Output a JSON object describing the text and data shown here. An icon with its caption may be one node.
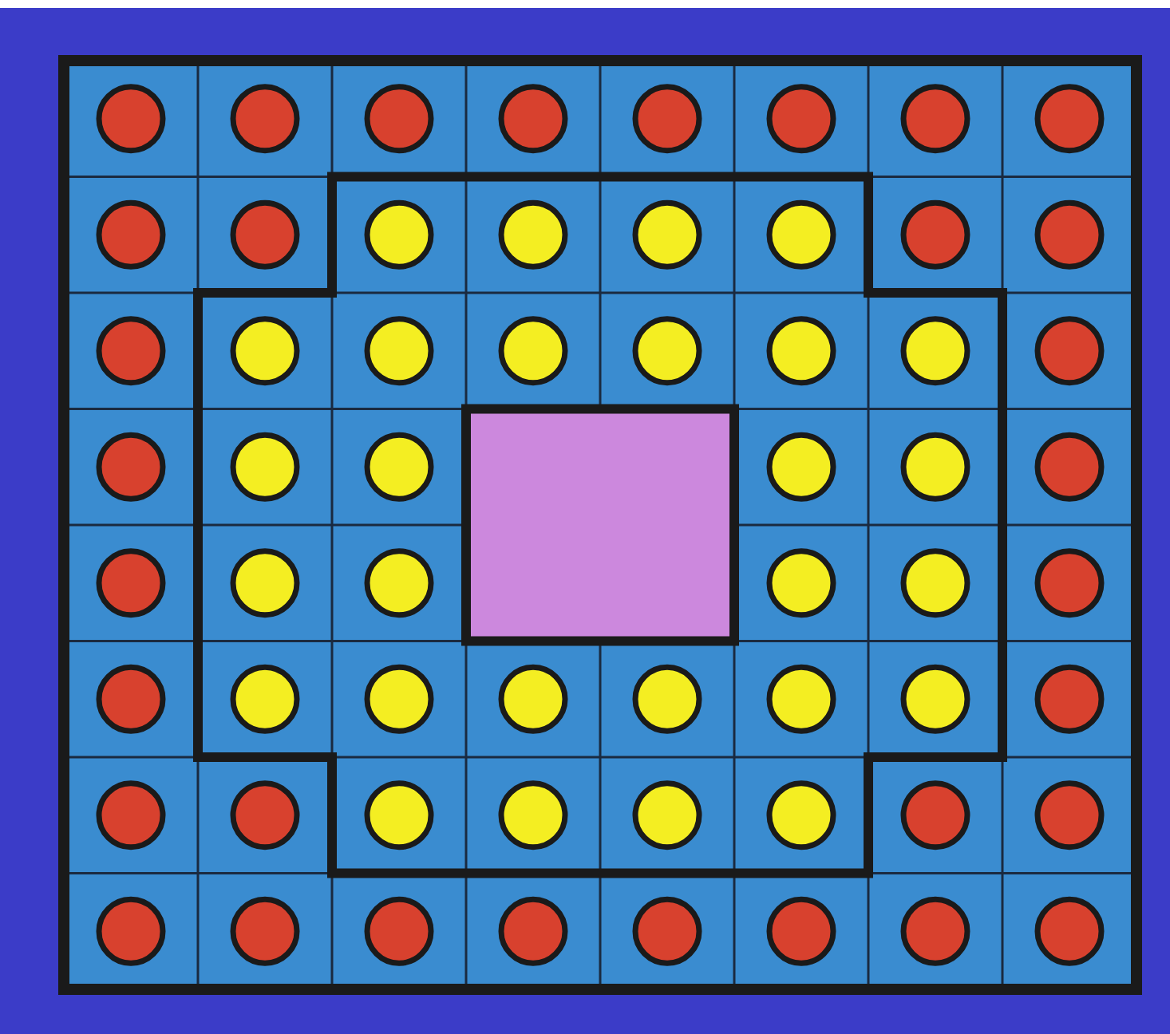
{
  "diagram": {
    "nodes": [
      {
        "text": [],
        "shape": "box"
      },
      {
        "text": [],
        "shape": "box",
        "in": 0
      },
      {
        "text": [],
        "shape": "box",
        "in": 1
      },
      {
        "text": [],
        "shape": "circle",
        "in": 0
      },
      {
        "text": [],
        "shape": "circle",
        "in": 0
      },
      {
        "text": [],
        "shape": "circle",
        "in": 0
      },
      {
        "text": [],
        "shape": "circle",
        "in": 0
      },
      {
        "text": [],
        "shape": "circle",
        "in": 0
      },
      {
        "text": [],
        "shape": "circle",
        "in": 0
      },
      {
        "text": [],
        "shape": "circle",
        "in": 0
      },
      {
        "text": [],
        "shape": "circle",
        "in": 0
      },
      {
        "text": [],
        "shape": "circle",
        "in": 0
      },
      {
        "text": [],
        "shape": "circle",
        "in": 0
      },
      {
        "text": [],
        "shape": "circle",
        "in": 1
      },
      {
        "text": [],
        "shape": "circle",
        "in": 1
      },
      {
        "text": [],
        "shape": "circle",
        "in": 1
      },
      {
        "text": [],
        "shape": "circle",
        "in": 1
      },
      {
        "text": [],
        "shape": "circle",
        "in": 0
      },
      {
        "text": [],
        "shape": "circle",
        "in": 0
      },
      {
        "text": [],
        "shape": "circle",
        "in": 0
      },
      {
        "text": [],
        "shape": "circle",
        "in": 1
      },
      {
        "text": [],
        "shape": "circle",
        "in": 1
      },
      {
        "text": [],
        "shape": "circle",
        "in": 1
      },
      {
        "text": [],
        "shape": "circle",
        "in": 1
      },
      {
        "text": [],
        "shape": "circle",
        "in": 1
      },
      {
        "text": [],
        "shape": "circle",
        "in": 1
      },
      {
        "text": [],
        "shape": "circle",
        "in": 0
      },
      {
        "text": [],
        "shape": "circle",
        "in": 0
      },
      {
        "text": [],
        "shape": "circle",
        "in": 1
      },
      {
        "text": [],
        "shape": "circle",
        "in": 1
      },
      {
        "text": [],
        "shape": "circle",
        "in": 1
      },
      {
        "text": [],
        "shape": "circle",
        "in": 1
      },
      {
        "text": [],
        "shape": "circle",
        "in": 0
      },
      {
        "text": [],
        "shape": "circle",
        "in": 0
      },
      {
        "text": [],
        "shape": "circle",
        "in": 1
      },
      {
        "text": [],
        "shape": "circle",
        "in": 1
      },
      {
        "text": [],
        "shape": "circle",
        "in": 1
      },
      {
        "text": [],
        "shape": "circle",
        "in": 1
      },
      {
        "text": [],
        "shape": "circle",
        "in": 0
      },
      {
        "text": [],
        "shape": "circle",
        "in": 0
      },
      {
        "text": [],
        "shape": "circle",
        "in": 1
      },
      {
        "text": [],
        "shape": "circle",
        "in": 1
      },
      {
        "text": [],
        "shape": "circle",
        "in": 1
      },
      {
        "text": [],
        "shape": "circle",
        "in": 1
      },
      {
        "text": [],
        "shape": "circle",
        "in": 1
      },
      {
        "text": [],
        "shape": "circle",
        "in": 1
      },
      {
        "text": [],
        "shape": "circle",
        "in": 0
      },
      {
        "text": [],
        "shape": "circle",
        "in": 0
      },
      {
        "text": [],
        "shape": "circle",
        "in": 0
      },
      {
        "text": [],
        "shape": "circle",
        "in": 1
      },
      {
        "text": [],
        "shape": "circle",
        "in": 1
      },
      {
        "text": [],
        "shape": "circle",
        "in": 1
      },
      {
        "text": [],
        "shape": "circle",
        "in": 1
      },
      {
        "text": [],
        "shape": "circle",
        "in": 0
      },
      {
        "text": [],
        "shape": "circle",
        "in": 0
      },
      {
        "text": [],
        "shape": "circle",
        "in": 0
      },
      {
        "text": [],
        "shape": "circle",
        "in": 0
      },
      {
        "text": [],
        "shape": "circle",
        "in": 0
      },
      {
        "text": [],
        "shape": "circle",
        "in": 0
      },
      {
        "text": [],
        "shape": "circle",
        "in": 0
      },
      {
        "text": [],
        "shape": "circle",
        "in": 0
      },
      {
        "text": [],
        "shape": "circle",
        "in": 0
      },
      {
        "text": [],
        "shape": "circle",
        "in": 0
      }
    ]
  }
}
